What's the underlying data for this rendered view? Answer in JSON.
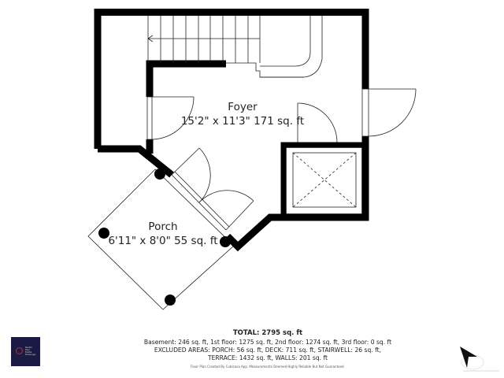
{
  "rooms": {
    "foyer": {
      "name": "Foyer",
      "dimensions": "15'2\" x 11'3\" 171 sq. ft"
    },
    "porch": {
      "name": "Porch",
      "dimensions": "6'11\" x 8'0\" 55 sq. ft"
    }
  },
  "summary": {
    "total": "TOTAL: 2795 sq. ft",
    "floors": "Basement: 246 sq. ft, 1st floor: 1275 sq. ft, 2nd floor: 1274 sq. ft, 3rd floor: 0 sq. ft",
    "excluded": "EXCLUDED AREAS: PORCH: 56 sq. ft, DECK: 711 sq. ft, STAIRWELL: 26 sq. ft,",
    "excluded_cont": "TERRACE: 1432 sq. ft, WALLS: 201 sq. ft",
    "credit": "Floor Plan Created By Cubicasa App. Measurements Deemed Highly Reliable But Not Guaranteed."
  },
  "logo": {
    "text": "Realtor\nReal\nEstate\nBrokerage",
    "color": "#1b1a45"
  },
  "icons": {
    "compass": "north-arrow-icon"
  },
  "colors": {
    "wall": "#000000",
    "line": "#222222"
  }
}
